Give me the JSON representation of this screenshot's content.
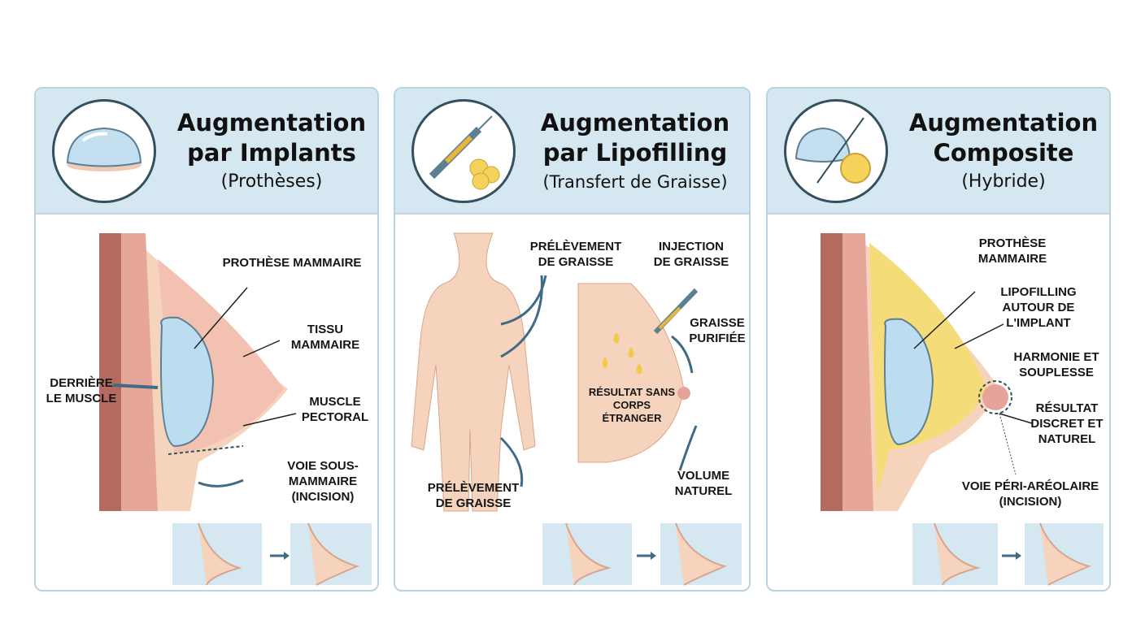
{
  "panels": [
    {
      "title_line1": "Augmentation",
      "title_line2": "par Implants",
      "subtitle": "(Prothèses)",
      "icon": "implant-icon",
      "labels": {
        "implant": "PROTHÈSE MAMMAIRE",
        "tissue": "TISSU MAMMAIRE",
        "behind": "DERRIÈRE LE MUSCLE",
        "muscle": "MUSCLE PECTORAL",
        "incision": "VOIE SOUS-MAMMAIRE (INCISION)"
      }
    },
    {
      "title_line1": "Augmentation",
      "title_line2": "par Lipofilling",
      "subtitle": "(Transfert de Graisse)",
      "icon": "syringe-fat-icon",
      "labels": {
        "harvest_top": "PRÉLÈVEMENT DE GRAISSE",
        "injection": "INJECTION DE GRAISSE",
        "purified": "GRAISSE PURIFIÉE",
        "result": "RÉSULTAT SANS CORPS ÉTRANGER",
        "volume": "VOLUME NATUREL",
        "harvest_bottom": "PRÉLÈVEMENT DE GRAISSE"
      }
    },
    {
      "title_line1": "Augmentation",
      "title_line2": "Composite",
      "subtitle": "(Hybride)",
      "icon": "implant-plus-fat-icon",
      "labels": {
        "implant": "PROTHÈSE MAMMAIRE",
        "lipofilling": "LIPOFILLING AUTOUR DE L'IMPLANT",
        "harmony": "HARMONIE ET SOUPLESSE",
        "result": "RÉSULTAT DISCRET ET NATUREL",
        "incision": "VOIE PÉRI-ARÉOLAIRE (INCISION)"
      }
    }
  ],
  "colors": {
    "header": "#d5e7f0",
    "border": "#b9d3df",
    "skin": "#f6d3bd",
    "implant": "#bcdcef",
    "fat": "#f5dc78",
    "arrow": "#3f6b85"
  }
}
